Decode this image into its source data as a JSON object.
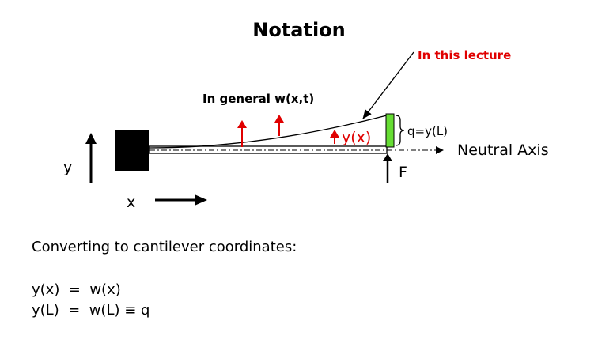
{
  "title": "Notation",
  "diagram": {
    "lecture_label": "In this lecture",
    "general_label": "In general w(x,t)",
    "yx_label": "y(x)",
    "q_label": "q=y(L)",
    "neutral_axis_label": "Neutral Axis",
    "force_label": "F",
    "y_axis_label": "y",
    "x_axis_label": "x"
  },
  "text": {
    "heading": "Converting to cantilever coordinates:",
    "line1": "y(x)  =  w(x)",
    "line2": "y(L)  =  w(L) ≡ q"
  },
  "colors": {
    "red": "#e00000",
    "green": "#66dd33",
    "black": "#000000"
  }
}
